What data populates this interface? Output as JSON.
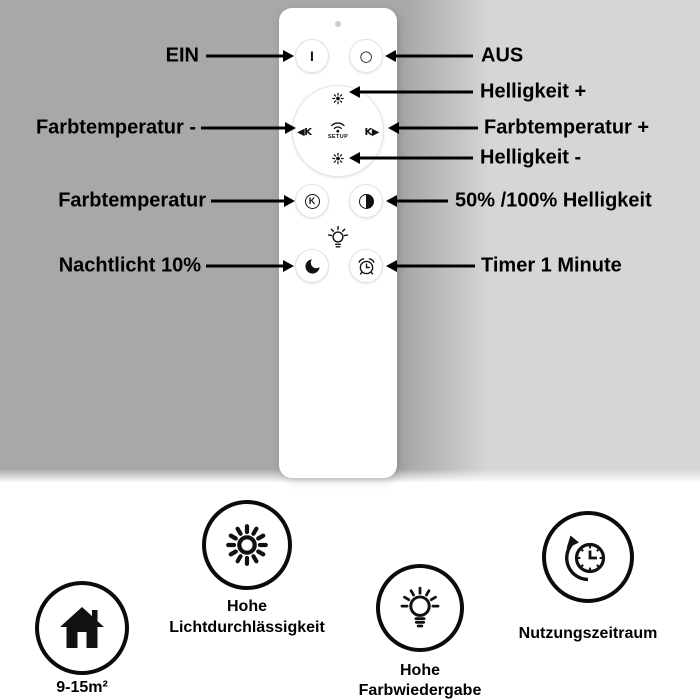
{
  "colors": {
    "backdrop_left": "#a8a8a8",
    "backdrop_right": "#d6d6d6",
    "remote_body": "#ffffff",
    "ink": "#000000"
  },
  "remote": {
    "setup_label": "SETUP",
    "buttons": {
      "power_on": "I",
      "power_off": "○",
      "color_temp_minus": "◀K",
      "color_temp_plus": "K▶",
      "kelvin": "K"
    }
  },
  "annotations": {
    "left": [
      {
        "text": "EIN"
      },
      {
        "text": "Farbtemperatur -"
      },
      {
        "text": "Farbtemperatur"
      },
      {
        "text": "Nachtlicht 10%"
      }
    ],
    "right": [
      {
        "text": "AUS"
      },
      {
        "text": "Helligkeit +"
      },
      {
        "text": "Farbtemperatur +"
      },
      {
        "text": "Helligkeit -"
      },
      {
        "text": "50% /100% Helligkeit"
      },
      {
        "text": "Timer 1 Minute"
      }
    ]
  },
  "features": [
    {
      "icon": "house-icon",
      "lines": [
        "9-15m²"
      ]
    },
    {
      "icon": "sun-icon",
      "lines": [
        "Hohe",
        "Lichtdurchlässigkeit"
      ]
    },
    {
      "icon": "bulb-icon",
      "lines": [
        "Hohe",
        "Farbwiedergabe"
      ]
    },
    {
      "icon": "clock-icon",
      "lines": [
        "Nutzungszeitraum"
      ]
    }
  ]
}
